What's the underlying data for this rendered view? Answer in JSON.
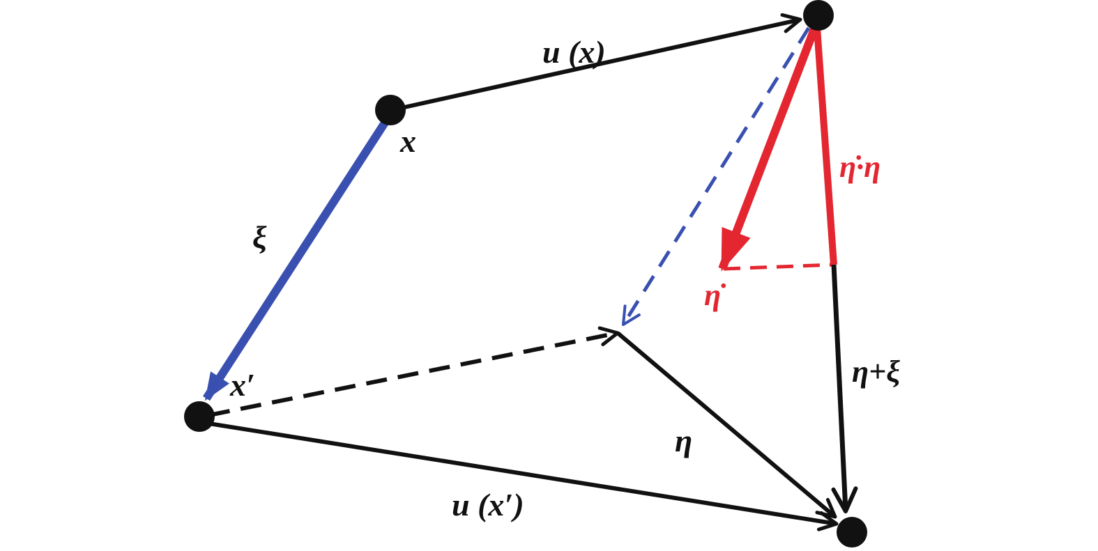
{
  "labels": {
    "u_x": "u (x)",
    "x": "x",
    "xi": "ξ",
    "x_prime": "x′",
    "u_x_prime": "u (x′)",
    "eta": "η",
    "eta_plus_xi": "η+ξ",
    "eta_dot_eta": "η̇·η",
    "eta_dot": "η̇"
  },
  "colors": {
    "black": "#111111",
    "blue": "#3a50b0",
    "red": "#e32630"
  }
}
